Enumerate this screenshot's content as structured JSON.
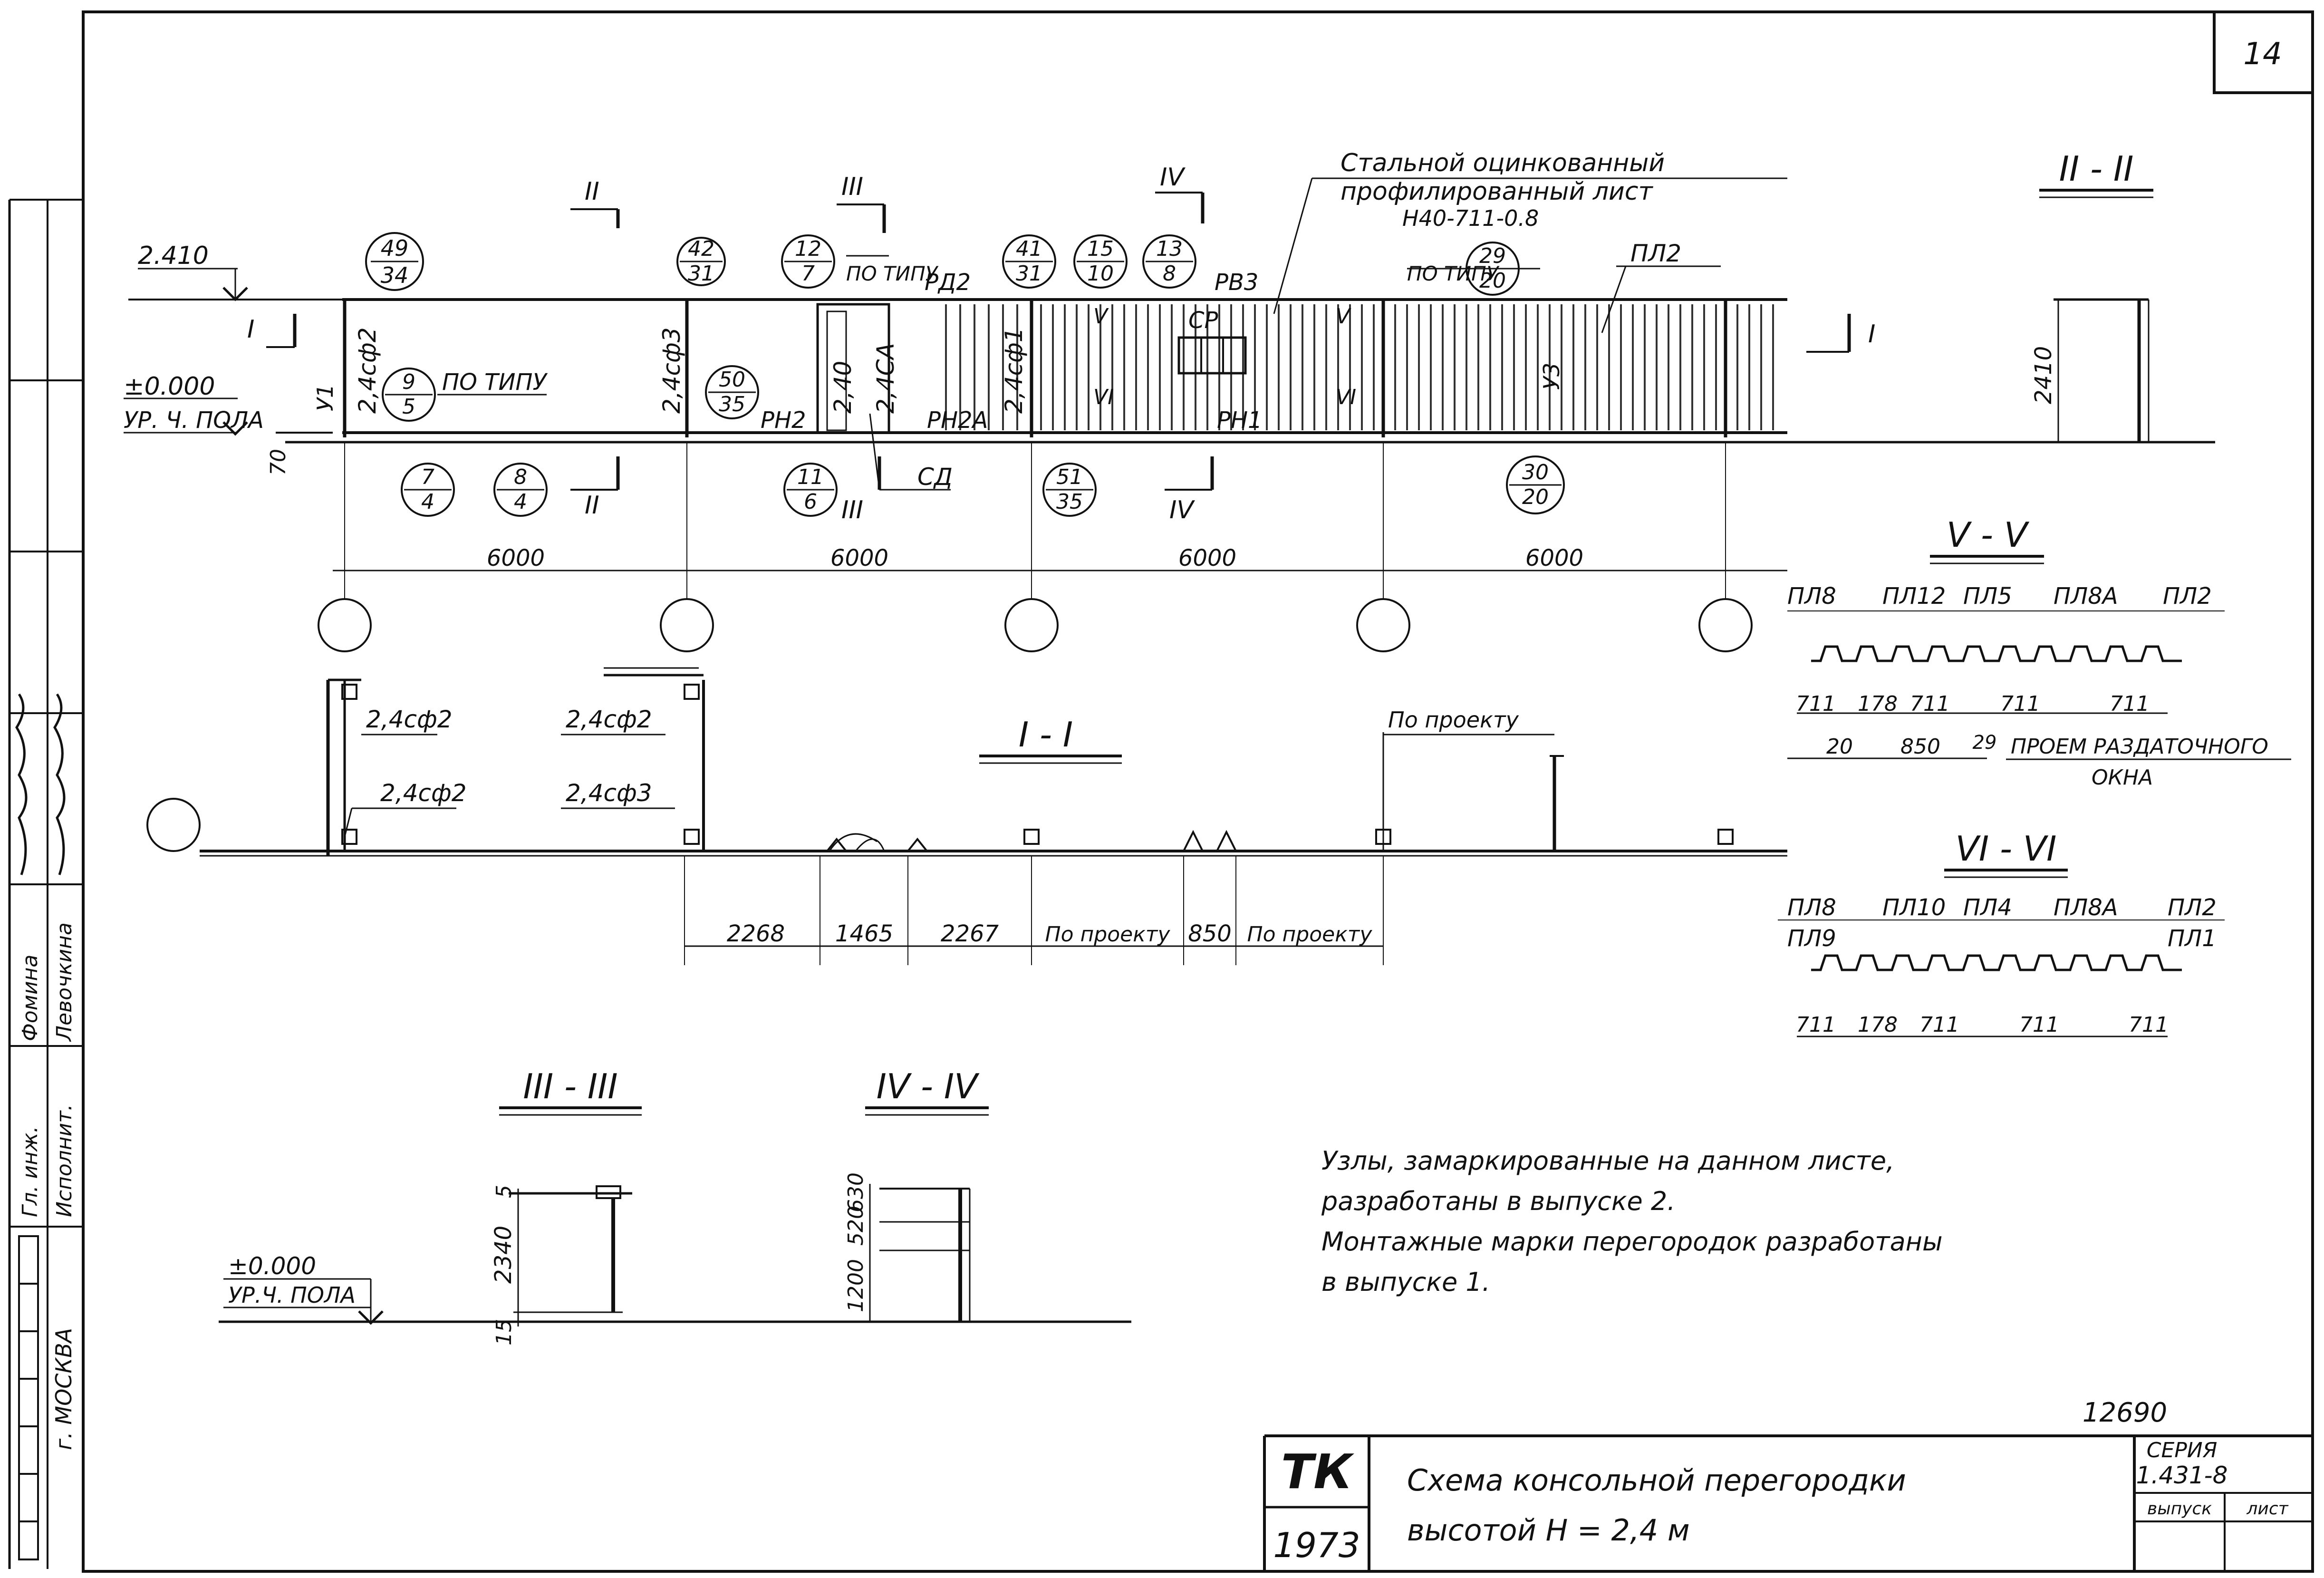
{
  "sheet_number": "14",
  "title_block": {
    "org": "ТК",
    "year": "1973",
    "title_line1": "Схема консольной перегородки",
    "title_line2": "высотой  H = 2,4 м",
    "series_label": "СЕРИЯ",
    "series_value": "1.431-8",
    "issue_label": "выпуск",
    "sheet_label": "лист",
    "order_number": "12690"
  },
  "side_stamp": {
    "city": "г. МОСКВА",
    "role1": "Гл. инж.",
    "name1": "Фомина",
    "role2": "Исполнит.",
    "name2": "Левочкина"
  },
  "elevation": {
    "mark_top": "2.410",
    "mark_zero": "±0.000",
    "floor_label": "УР. Ч. ПОЛА",
    "dim_70": "70",
    "spans": [
      "6000",
      "6000",
      "6000",
      "6000"
    ],
    "callouts_top": [
      {
        "num": "49",
        "den": "34"
      },
      {
        "num": "42",
        "den": "31"
      },
      {
        "num": "12",
        "den": "7"
      },
      {
        "num": "41",
        "den": "31"
      },
      {
        "num": "15",
        "den": "10"
      },
      {
        "num": "13",
        "den": "8"
      },
      {
        "num": "29",
        "den": "20"
      }
    ],
    "callouts_mid": [
      {
        "num": "9",
        "den": "5"
      },
      {
        "num": "50",
        "den": "35"
      }
    ],
    "callouts_bottom": [
      {
        "num": "7",
        "den": "4"
      },
      {
        "num": "8",
        "den": "4"
      },
      {
        "num": "11",
        "den": "6"
      },
      {
        "num": "51",
        "den": "35"
      },
      {
        "num": "30",
        "den": "20"
      }
    ],
    "labels": {
      "po_tipu": "ПО ТИПУ",
      "po_tipu_2": "ПО ТИПУ",
      "po_tipu_3": "ПО ТИПУ",
      "rd2": "РД2",
      "rv3": "РВ3",
      "sr": "СР",
      "pl2": "ПЛ2",
      "sd": "СД",
      "rn2": "РН2",
      "rn2a": "РН2А",
      "rn1": "РН1",
      "u1": "У1",
      "u3": "У3",
      "sf2": "2,4сф2",
      "sf3": "2,4сф3",
      "s240": "2,40",
      "sa": "2,4СА",
      "sf1": "2,4сф1"
    },
    "note_line1": "Стальной оцинкованный",
    "note_line2": "профилированный лист",
    "note_line3": "Н40-711-0.8",
    "cut_marks": {
      "c1": "I",
      "c1b": "I",
      "c2": "II",
      "c2b": "II",
      "c3": "III",
      "c3b": "III",
      "c4": "IV",
      "c4b": "IV",
      "c5": "V",
      "c5b": "V",
      "c6": "VI",
      "c6b": "VI"
    }
  },
  "plan": {
    "title": "I - I",
    "labels": {
      "sf2_a": "2,4сф2",
      "sf2_b": "2,4сф2",
      "sf2_c": "2,4сф2",
      "sf3": "2,4сф3",
      "po_proektu_top": "По проекту"
    },
    "dims": [
      "2268",
      "1465",
      "2267",
      "По проекту",
      "850",
      "По проекту"
    ]
  },
  "section_2": {
    "title": "II - II",
    "dim": "2410"
  },
  "section_3": {
    "title": "III - III",
    "dims": [
      "5",
      "2340",
      "15"
    ],
    "mark_zero": "±0.000",
    "floor_label": "УР.Ч. ПОЛА"
  },
  "section_4": {
    "title": "IV - IV",
    "dims": [
      "630",
      "520",
      "1200"
    ]
  },
  "section_5": {
    "title": "V - V",
    "labels": [
      "ПЛ8",
      "ПЛ12",
      "ПЛ5",
      "ПЛ8А",
      "ПЛ2"
    ],
    "dims_row1": [
      "711",
      "178",
      "711",
      "711",
      "711"
    ],
    "dims_row2": [
      "20",
      "850",
      "29"
    ],
    "note_line1": "ПРОЕМ РАЗДАТОЧНОГО",
    "note_line2": "ОКНА"
  },
  "section_6": {
    "title": "VI - VI",
    "labels_top": [
      "ПЛ8",
      "ПЛ10",
      "ПЛ4",
      "ПЛ8А",
      "ПЛ2"
    ],
    "labels_bottom": [
      "ПЛ9",
      "ПЛ1"
    ],
    "dims": [
      "711",
      "178",
      "711",
      "711",
      "711"
    ]
  },
  "notes": [
    "Узлы, замаркированные на данном листе,",
    "разработаны в выпуске 2.",
    "Монтажные марки перегородок разработаны",
    "в выпуске 1."
  ]
}
